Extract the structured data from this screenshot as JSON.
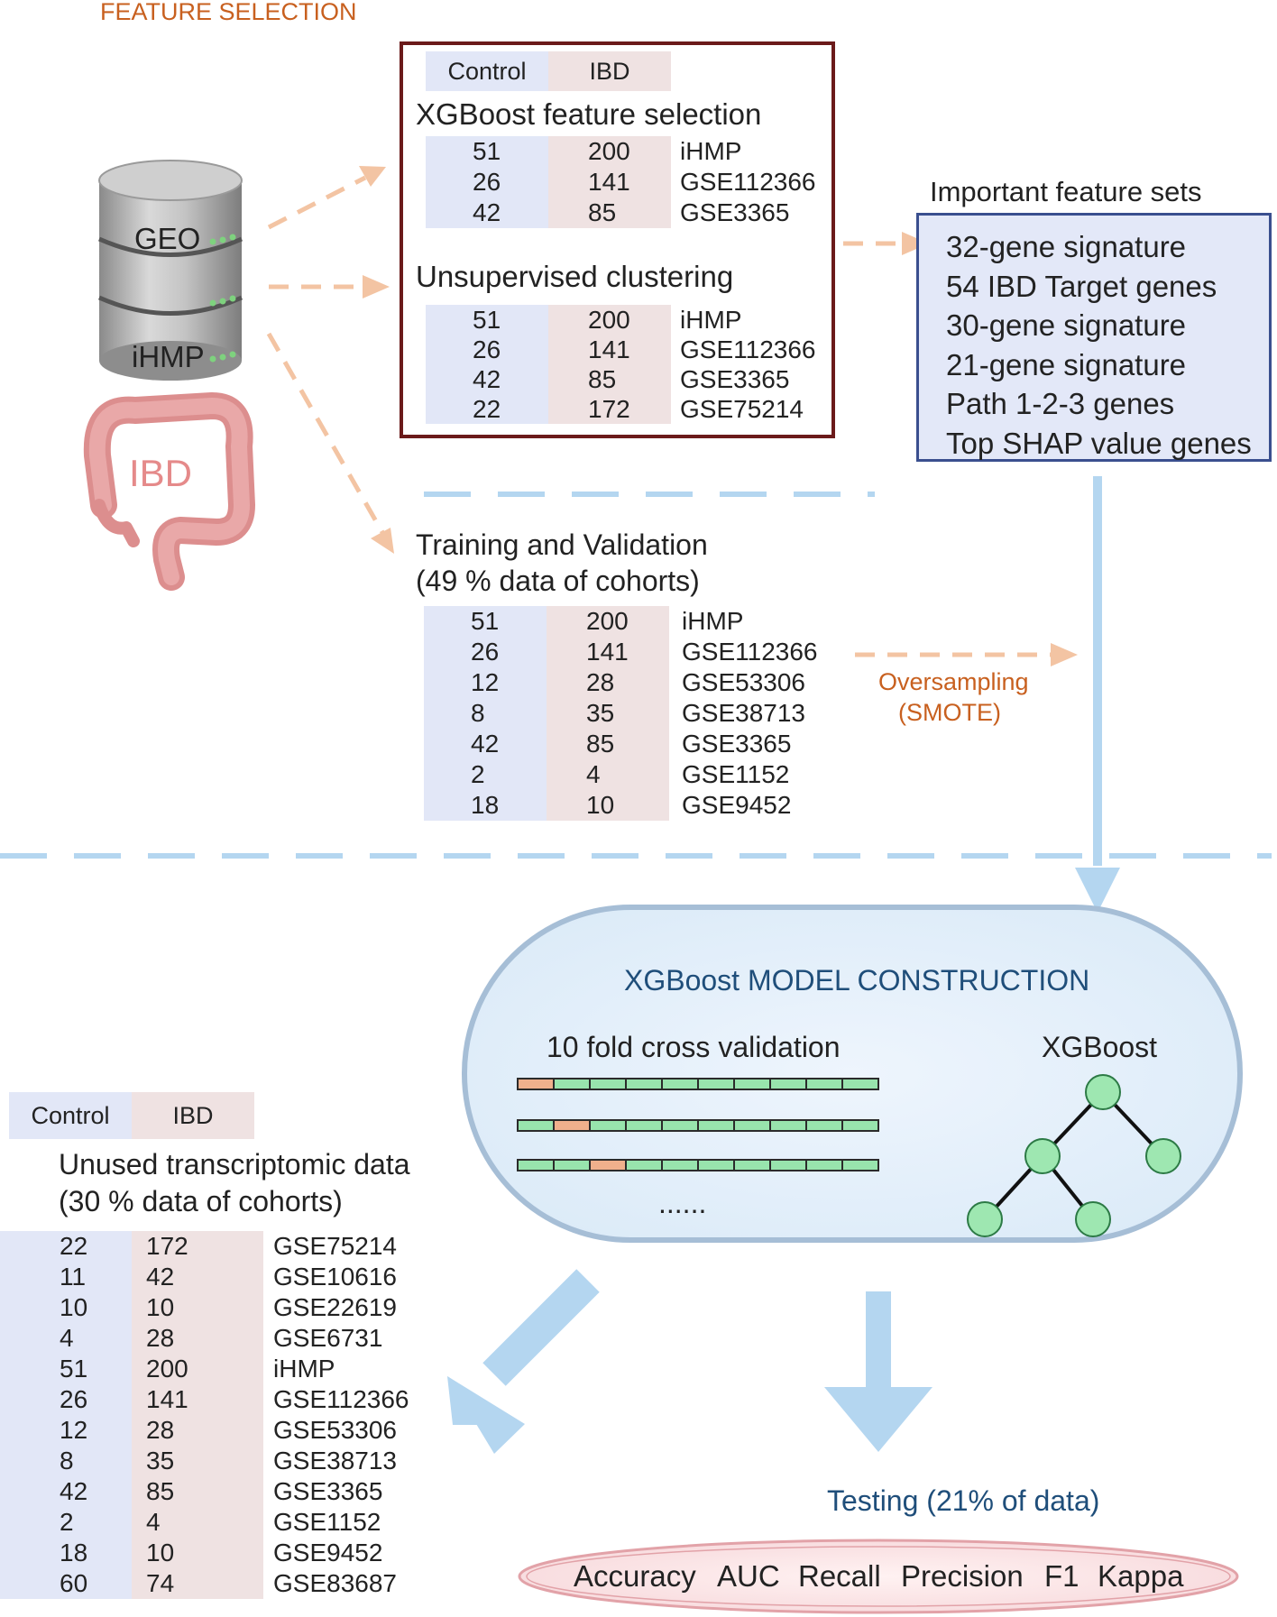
{
  "header": {
    "title": "FEATURE SELECTION"
  },
  "database": {
    "geo_label": "GEO",
    "ihmp_label": "iHMP",
    "organ_label": "IBD"
  },
  "legend": {
    "control": "Control",
    "ibd": "IBD"
  },
  "xgb_selection": {
    "title": "XGBoost feature selection",
    "rows": [
      {
        "control": "51",
        "ibd": "200",
        "dataset": "iHMP"
      },
      {
        "control": "26",
        "ibd": "141",
        "dataset": "GSE112366"
      },
      {
        "control": "42",
        "ibd": "85",
        "dataset": "GSE3365"
      }
    ]
  },
  "clustering": {
    "title": "Unsupervised clustering",
    "rows": [
      {
        "control": "51",
        "ibd": "200",
        "dataset": "iHMP"
      },
      {
        "control": "26",
        "ibd": "141",
        "dataset": "GSE112366"
      },
      {
        "control": "42",
        "ibd": "85",
        "dataset": "GSE3365"
      },
      {
        "control": "22",
        "ibd": "172",
        "dataset": "GSE75214"
      }
    ]
  },
  "feature_sets": {
    "title": "Important feature sets",
    "items": [
      "32-gene signature",
      "54 IBD Target genes",
      "30-gene signature",
      "21-gene signature",
      "Path 1-2-3 genes",
      "Top SHAP value genes"
    ]
  },
  "training": {
    "title_line1": "Training and Validation",
    "title_line2": "(49 %  data of cohorts)",
    "rows": [
      {
        "control": "51",
        "ibd": "200",
        "dataset": "iHMP"
      },
      {
        "control": "26",
        "ibd": "141",
        "dataset": "GSE112366"
      },
      {
        "control": "12",
        "ibd": "28",
        "dataset": "GSE53306"
      },
      {
        "control": "8",
        "ibd": "35",
        "dataset": "GSE38713"
      },
      {
        "control": "42",
        "ibd": "85",
        "dataset": "GSE3365"
      },
      {
        "control": "2",
        "ibd": "4",
        "dataset": "GSE1152"
      },
      {
        "control": "18",
        "ibd": "10",
        "dataset": "GSE9452"
      }
    ]
  },
  "oversampling": {
    "line1": "Oversampling",
    "line2": "(SMOTE)"
  },
  "model": {
    "title": "XGBoost MODEL CONSTRUCTION",
    "cv_label": "10 fold cross validation",
    "ellipsis": "......",
    "tree_label": "XGBoost"
  },
  "unused": {
    "title_line1": "Unused transcriptomic data",
    "title_line2": "(30 %  data of cohorts)",
    "rows": [
      {
        "control": "22",
        "ibd": "172",
        "dataset": "GSE75214"
      },
      {
        "control": "11",
        "ibd": "42",
        "dataset": "GSE10616"
      },
      {
        "control": "10",
        "ibd": "10",
        "dataset": "GSE22619"
      },
      {
        "control": "4",
        "ibd": "28",
        "dataset": "GSE6731"
      },
      {
        "control": "51",
        "ibd": "200",
        "dataset": "iHMP"
      },
      {
        "control": "26",
        "ibd": "141",
        "dataset": "GSE112366"
      },
      {
        "control": "12",
        "ibd": "28",
        "dataset": "GSE53306"
      },
      {
        "control": "8",
        "ibd": "35",
        "dataset": "GSE38713"
      },
      {
        "control": "42",
        "ibd": "85",
        "dataset": "GSE3365"
      },
      {
        "control": "2",
        "ibd": "4",
        "dataset": "GSE1152"
      },
      {
        "control": "18",
        "ibd": "10",
        "dataset": "GSE9452"
      },
      {
        "control": "60",
        "ibd": "74",
        "dataset": "GSE83687"
      }
    ]
  },
  "testing": {
    "title": "Testing (21% of data)",
    "metrics": [
      "Accuracy",
      "AUC",
      "Recall",
      "Precision",
      "F1",
      "Kappa"
    ]
  },
  "colors": {
    "control_bg": "#e2e7f7",
    "ibd_bg": "#efe2e2",
    "accent_orange": "#c8601f",
    "arrow_orange": "#f3c4a3",
    "arrow_blue": "#b4d6f0",
    "model_title_blue": "#1f4e7a",
    "fs_box_border": "#6b1a1a"
  }
}
